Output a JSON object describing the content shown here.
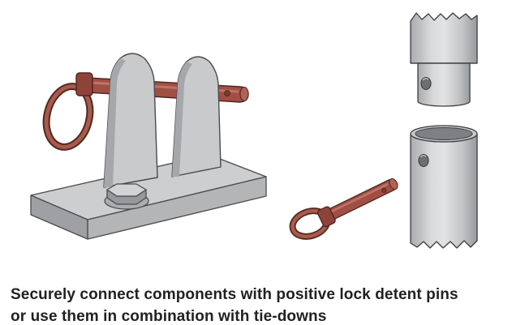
{
  "caption": {
    "line1": "Securely connect components with positive lock detent pins",
    "line2": "or use them in combination with tie-downs"
  },
  "illustrations": {
    "clevis_mount_label": "Clevis mount with detent pin and lanyard ring",
    "detent_pin_label": "Detent pin with pull ring",
    "tube_sections_label": "Separated tube sections with pin holes"
  },
  "colors": {
    "pin_red": "#a14f44",
    "pin_red_dark": "#4f241d",
    "metal_gray": "#c9cacc",
    "metal_gray_dark": "#a5a7aa",
    "hole_gray": "#6d6e71",
    "outline": "#4a4b4d",
    "text": "#231f20",
    "background": "#ffffff"
  }
}
